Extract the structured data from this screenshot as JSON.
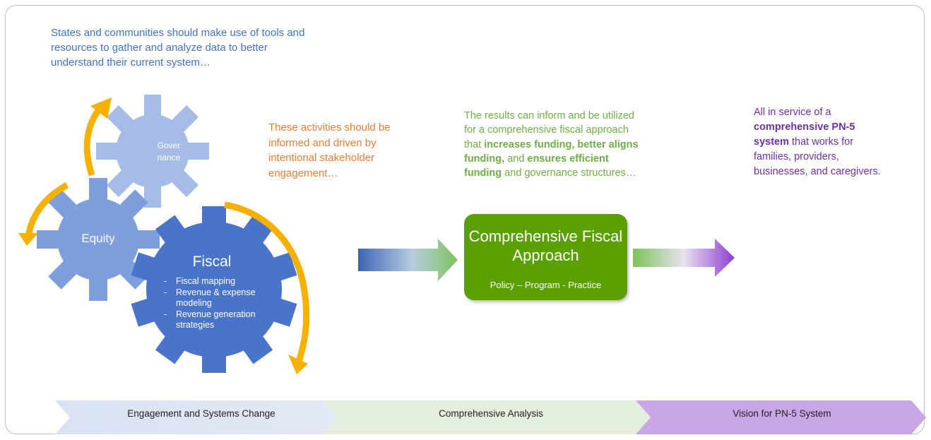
{
  "intro_text": "States and communities should make use of tools and resources to gather and analyze data to better understand their current system…",
  "stakeholder_text": "These activities should be informed and driven by intentional stakeholder engagement…",
  "results_text": {
    "part1": "The results can inform and be utilized for a comprehensive fiscal approach that ",
    "bold1": "increases funding, better aligns funding,",
    "part2": " and ",
    "bold2": "ensures efficient funding",
    "part3": " and governance structures…"
  },
  "vision_text": {
    "part1": "All in service of a ",
    "bold1": "comprehensive PN-5 system",
    "part2": " that works for families, providers, businesses, and caregivers."
  },
  "gears": {
    "governance": "Gover nance",
    "equity": "Equity",
    "fiscal": "Fiscal",
    "fiscal_items": [
      "Fiscal mapping",
      "Revenue & expense modeling",
      "Revenue generation strategies"
    ]
  },
  "center_box": {
    "title": "Comprehensive Fiscal Approach",
    "subtitle": "Policy – Program - Practice"
  },
  "vision_icons": [
    "family-icon",
    "buildings-icon",
    "house-icon",
    "caregiver-stroller-icon"
  ],
  "phases": [
    "Engagement and Systems Change",
    "Comprehensive Analysis",
    "Vision for PN-5 System"
  ],
  "colors": {
    "gear_governance": "#a5bce6",
    "gear_equity": "#7f9fdc",
    "gear_fiscal": "#4a74c9",
    "arrow_yellow": "#f5b000",
    "center_green": "#5aa000",
    "vision_purple": "#c7a6df",
    "phase_1": "#dde5f3",
    "phase_2": "#e4f0de",
    "phase_3": "#c9a7e6"
  }
}
